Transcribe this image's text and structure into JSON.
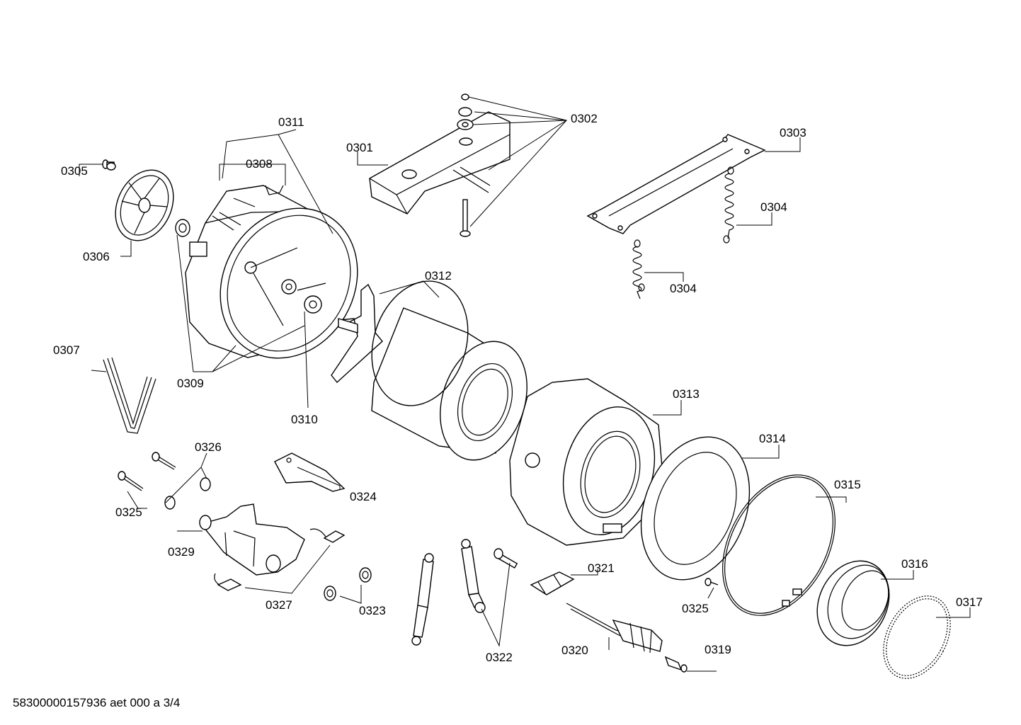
{
  "diagram": {
    "footer_code": "58300000157936 aet 000 a 3/4",
    "labels": {
      "p0301": "0301",
      "p0302": "0302",
      "p0303": "0303",
      "p0304a": "0304",
      "p0304b": "0304",
      "p0305": "0305",
      "p0306": "0306",
      "p0307": "0307",
      "p0308": "0308",
      "p0309": "0309",
      "p0310": "0310",
      "p0311": "0311",
      "p0312": "0312",
      "p0313": "0313",
      "p0314": "0314",
      "p0315": "0315",
      "p0316": "0316",
      "p0317": "0317",
      "p0319": "0319",
      "p0320": "0320",
      "p0321": "0321",
      "p0322": "0322",
      "p0323": "0323",
      "p0324": "0324",
      "p0325a": "0325",
      "p0325b": "0325",
      "p0326": "0326",
      "p0327": "0327",
      "p0329": "0329"
    }
  }
}
